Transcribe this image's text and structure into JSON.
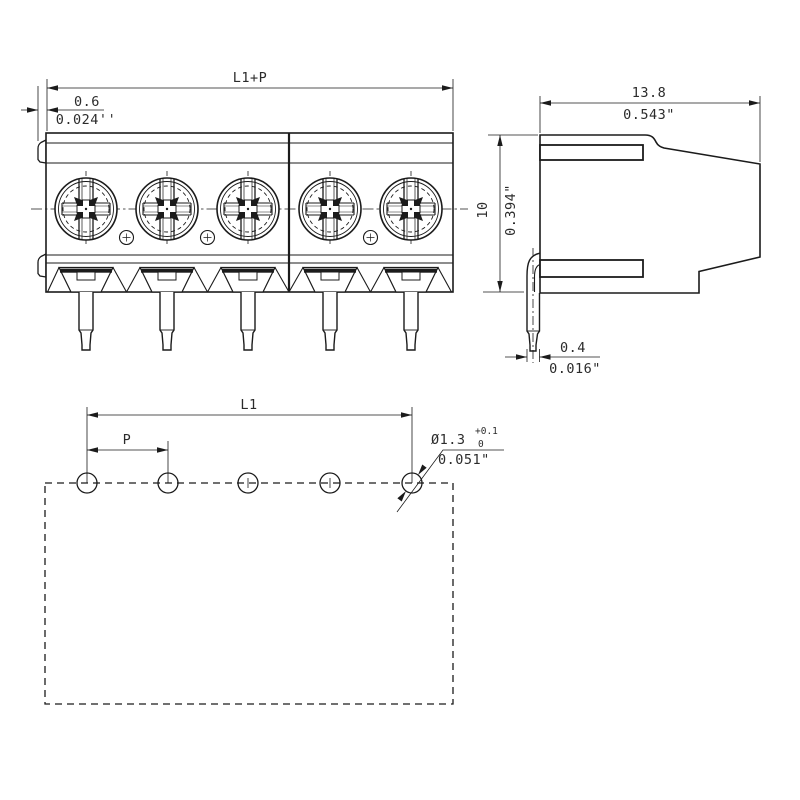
{
  "meta": {
    "type": "technical-dimensional-drawing",
    "subject": "pcb-screw-terminal-block",
    "poles_visible": 5,
    "drill_holes_visible": 5,
    "views": [
      "front",
      "side-profile",
      "pcb-drilling-footprint"
    ]
  },
  "colors": {
    "background": "#ffffff",
    "line": "#1b1b1b",
    "text": "#2b2b2b"
  },
  "dims": {
    "span_total": {
      "label": "L1+P"
    },
    "edge_offset": {
      "mm": "0.6",
      "inch": "0.024''"
    },
    "depth": {
      "mm": "13.8",
      "inch": "0.543\""
    },
    "height": {
      "mm": "10",
      "inch": "0.394\""
    },
    "pin_width": {
      "mm": "0.4",
      "inch": "0.016\""
    },
    "hole_span": {
      "label": "L1"
    },
    "pitch": {
      "label": "P"
    },
    "hole": {
      "diameter_mm": "Ø1.3",
      "tol_plus": "+0.1",
      "tol_minus": "0",
      "inch": "0.051\""
    }
  }
}
